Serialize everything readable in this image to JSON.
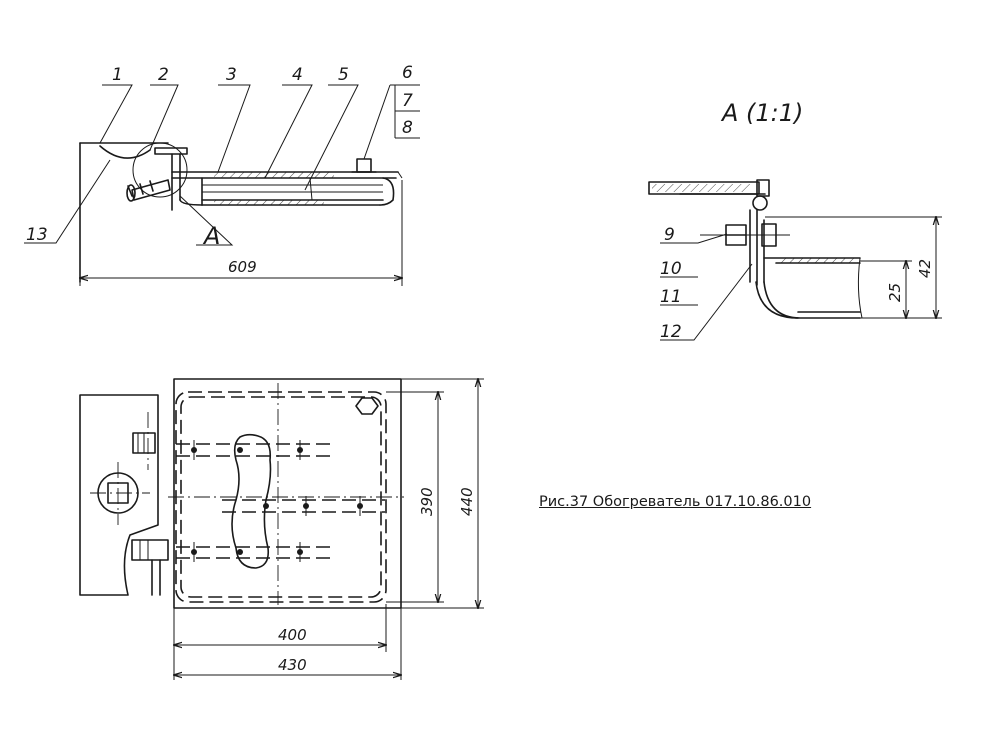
{
  "caption": "Рис.37 Обогреватель 017.10.86.010",
  "callouts": {
    "c1": "1",
    "c2": "2",
    "c3": "3",
    "c4": "4",
    "c5": "5",
    "c6": "6",
    "c7": "7",
    "c8": "8",
    "c9": "9",
    "c10": "10",
    "c11": "11",
    "c12": "12",
    "c13": "13"
  },
  "view_marker": "A",
  "detail_title": "A (1:1)",
  "dimensions": {
    "length_total": "609",
    "width_inner": "400",
    "width_outer": "430",
    "height_inner": "390",
    "height_outer": "440",
    "detail_height_42": "42",
    "detail_height_25": "25"
  },
  "colors": {
    "ink": "#1a1a1a",
    "paper": "#ffffff"
  }
}
